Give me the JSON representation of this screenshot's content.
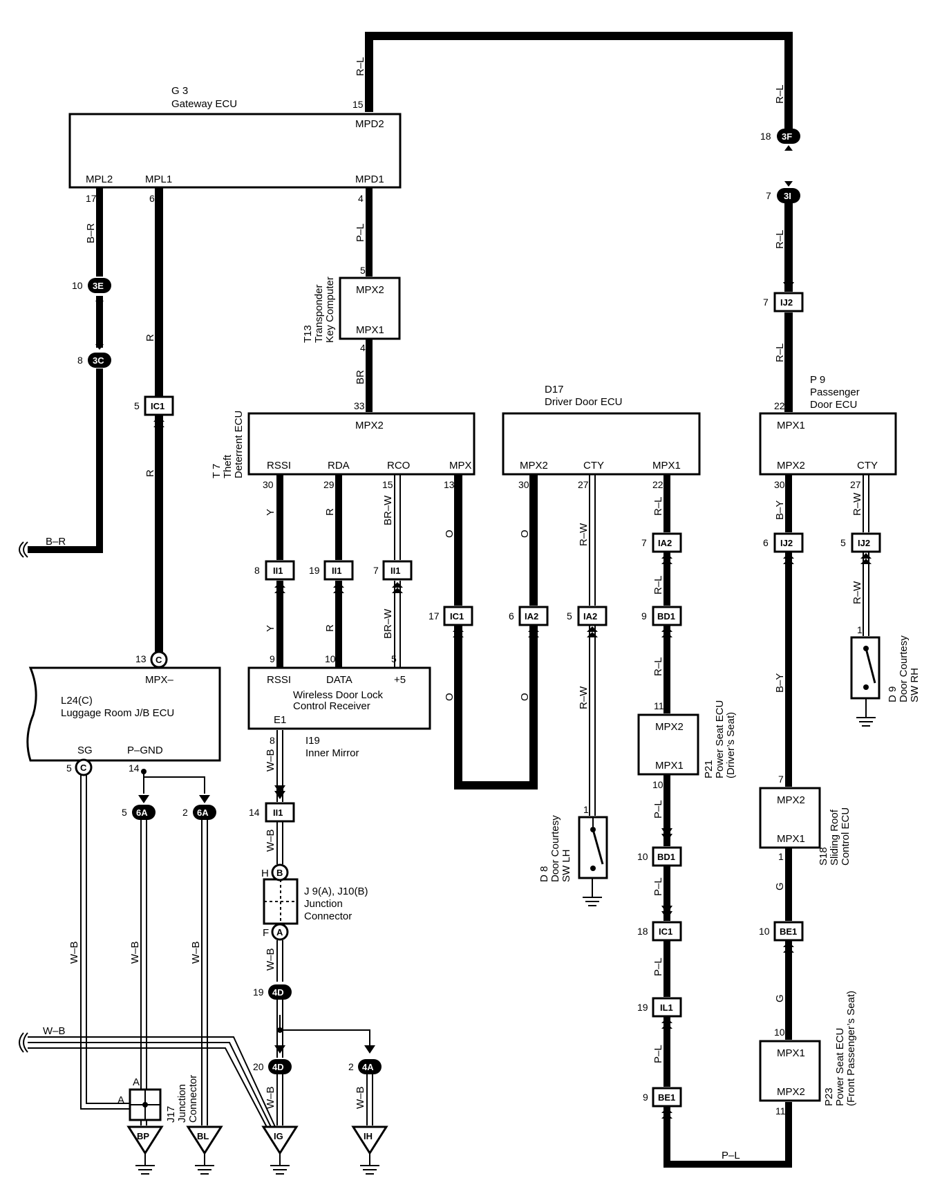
{
  "components": {
    "gateway": {
      "code": "G 3",
      "name": "Gateway ECU",
      "pins": {
        "mpd2": "MPD2",
        "mpl2": "MPL2",
        "mpl1": "MPL1",
        "mpd1": "MPD1"
      },
      "pin_numbers": {
        "mpd2": "15",
        "mpl2": "17",
        "mpl1": "6",
        "mpd1": "4"
      }
    },
    "transponder": {
      "code": "T13",
      "name1": "Transponder",
      "name2": "Key Computer",
      "pins": {
        "mpx2": "MPX2",
        "mpx1": "MPX1"
      },
      "pin_numbers": {
        "mpx2": "5",
        "mpx1": "4"
      }
    },
    "theft": {
      "code": "T 7",
      "name1": "Theft",
      "name2": "Deterrent ECU",
      "pins": {
        "mpx2": "MPX2",
        "rssi": "RSSI",
        "rda": "RDA",
        "rco": "RCO",
        "mpx": "MPX"
      },
      "pin_numbers": {
        "mpx2": "33",
        "rssi": "30",
        "rda": "29",
        "rco": "15",
        "mpx": "13"
      }
    },
    "driver_door": {
      "code": "D17",
      "name": "Driver Door ECU",
      "pins": {
        "mpx2": "MPX2",
        "cty": "CTY",
        "mpx1": "MPX1"
      },
      "pin_numbers": {
        "mpx2": "30",
        "cty": "27",
        "mpx1": "22"
      }
    },
    "passenger_door": {
      "code": "P 9",
      "name1": "Passenger",
      "name2": "Door ECU",
      "pins": {
        "mpx1": "MPX1",
        "mpx2": "MPX2",
        "cty": "CTY"
      },
      "pin_numbers": {
        "mpx1": "22",
        "mpx2": "30",
        "cty": "27"
      }
    },
    "luggage": {
      "code": "L24(C)",
      "name": "Luggage Room J/B ECU",
      "pins": {
        "mpx": "MPX–",
        "sg": "SG",
        "pgnd": "P–GND"
      },
      "pin_numbers": {
        "mpx": "13",
        "sg": "5",
        "pgnd": "14"
      }
    },
    "wireless": {
      "name1": "Wireless Door Lock",
      "name2": "Control Receiver",
      "pins": {
        "rssi": "RSSI",
        "data": "DATA",
        "plus5": "+5",
        "e1": "E1"
      },
      "pin_numbers": {
        "rssi": "9",
        "data": "10",
        "plus5": "5",
        "e1": "8"
      },
      "code": "I19",
      "location": "Inner Mirror"
    },
    "power_seat_driver": {
      "code": "P21",
      "name1": "Power Seat ECU",
      "name2": "(Driver’s Seat)",
      "pins": {
        "mpx2": "MPX2",
        "mpx1": "MPX1"
      },
      "pin_numbers": {
        "mpx2": "11",
        "mpx1": "10"
      }
    },
    "sliding_roof": {
      "code": "S18",
      "name1": "Sliding Roof",
      "name2": "Control ECU",
      "pins": {
        "mpx2": "MPX2",
        "mpx1": "MPX1"
      },
      "pin_numbers": {
        "mpx2": "7",
        "mpx1": "1"
      }
    },
    "power_seat_pass": {
      "code": "P23",
      "name1": "Power Seat ECU",
      "name2": "(Front Passenger’s Seat)",
      "pins": {
        "mpx1": "MPX1",
        "mpx2": "MPX2"
      },
      "pin_numbers": {
        "mpx1": "10",
        "mpx2": "11"
      }
    },
    "door_courtesy_lh": {
      "code": "D 8",
      "name1": "Door Courtesy",
      "name2": "SW LH",
      "pin": "1"
    },
    "door_courtesy_rh": {
      "code": "D 9",
      "name1": "Door Courtesy",
      "name2": "SW RH",
      "pin": "1"
    },
    "junction_j9": {
      "code": "J 9(A), J10(B)",
      "name1": "Junction",
      "name2": "Connector",
      "pin_h": "H",
      "pin_f": "F",
      "letter_b": "B",
      "letter_a": "A"
    },
    "junction_j17": {
      "code": "J17",
      "name1": "Junction",
      "name2": "Connector",
      "pin_a1": "A",
      "pin_a2": "A"
    }
  },
  "wire_colors": {
    "rl": "R–L",
    "br": "B–R",
    "r": "R",
    "pl": "P–L",
    "brown": "BR",
    "y": "Y",
    "brw": "BR–W",
    "o": "O",
    "rw": "R–W",
    "by": "B–Y",
    "wb": "W–B",
    "g": "G"
  },
  "connectors": {
    "c3f": {
      "id": "3F",
      "pin": "18"
    },
    "c3i": {
      "id": "3I",
      "pin": "7"
    },
    "c3e": {
      "id": "3E",
      "pin": "10"
    },
    "c3c": {
      "id": "3C",
      "pin": "8"
    },
    "ij2_top": {
      "id": "IJ2",
      "pin": "7"
    },
    "ic1_left": {
      "id": "IC1",
      "pin": "5"
    },
    "ii1_a": {
      "id": "II1",
      "pin": "8"
    },
    "ii1_b": {
      "id": "II1",
      "pin": "19"
    },
    "ii1_c": {
      "id": "II1",
      "pin": "7"
    },
    "ic1_mid": {
      "id": "IC1",
      "pin": "17"
    },
    "ia2_a": {
      "id": "IA2",
      "pin": "6"
    },
    "ia2_b": {
      "id": "IA2",
      "pin": "5"
    },
    "ia2_c": {
      "id": "IA2",
      "pin": "7"
    },
    "bd1_a": {
      "id": "BD1",
      "pin": "9"
    },
    "ij2_a": {
      "id": "IJ2",
      "pin": "6"
    },
    "ij2_b": {
      "id": "IJ2",
      "pin": "5"
    },
    "c_luggage": {
      "id": "C",
      "pin": "13"
    },
    "c_sg": {
      "id": "C",
      "pin": "5"
    },
    "c6a_a": {
      "id": "6A",
      "pin": "5"
    },
    "c6a_b": {
      "id": "6A",
      "pin": "2"
    },
    "ii1_d": {
      "id": "II1",
      "pin": "14"
    },
    "bd1_b": {
      "id": "BD1",
      "pin": "10"
    },
    "ic1_low": {
      "id": "IC1",
      "pin": "18"
    },
    "il1": {
      "id": "IL1",
      "pin": "19"
    },
    "be1_a": {
      "id": "BE1",
      "pin": "9"
    },
    "be1_b": {
      "id": "BE1",
      "pin": "10"
    },
    "c4d_a": {
      "id": "4D",
      "pin": "19"
    },
    "c4d_b": {
      "id": "4D",
      "pin": "20"
    },
    "c4a": {
      "id": "4A",
      "pin": "2"
    }
  },
  "grounds": {
    "bp": "BP",
    "bl": "BL",
    "ig": "IG",
    "ih": "IH"
  }
}
